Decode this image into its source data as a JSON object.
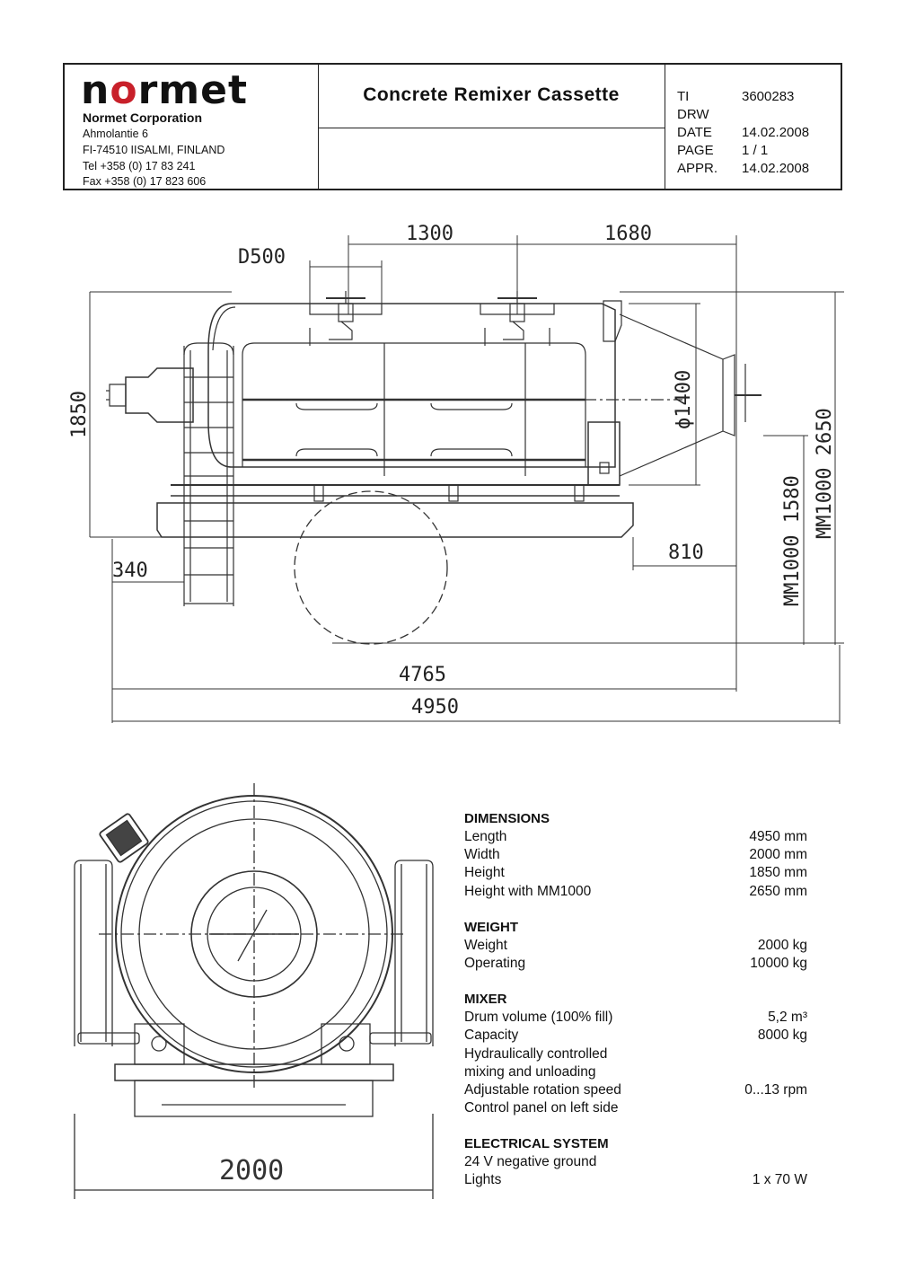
{
  "header": {
    "logo_prefix": "n",
    "logo_o": "o",
    "logo_suffix": "rmet",
    "company": "Normet Corporation",
    "address_lines": [
      "Ahmolantie 6",
      "FI-74510 IISALMI, FINLAND",
      "Tel +358 (0) 17 83 241",
      "Fax +358 (0) 17 823 606"
    ],
    "title": "Concrete  Remixer  Cassette",
    "meta": [
      {
        "key": "TI",
        "value": "3600283"
      },
      {
        "key": "DRW",
        "value": ""
      },
      {
        "key": "DATE",
        "value": "14.02.2008"
      },
      {
        "key": "PAGE",
        "value": "1 / 1"
      },
      {
        "key": "APPR.",
        "value": "14.02.2008"
      }
    ],
    "brand_color": "#c8202a"
  },
  "side_view_dimensions": {
    "d500": "D500",
    "d1300": "1300",
    "d1680": "1680",
    "d1850": "1850",
    "d1400": "ϕ1400",
    "d2650": "MM1000 2650",
    "d1580": "MM1000 1580",
    "d340": "340",
    "d810": "810",
    "d4765": "4765",
    "d4950": "4950"
  },
  "front_view_dimensions": {
    "d2000": "2000"
  },
  "specs": [
    {
      "heading": "DIMENSIONS",
      "rows": [
        {
          "label": "Length",
          "value": "4950 mm"
        },
        {
          "label": "Width",
          "value": "2000 mm"
        },
        {
          "label": "Height",
          "value": "1850 mm"
        },
        {
          "label": "Height with MM1000",
          "value": "2650 mm"
        }
      ]
    },
    {
      "heading": "WEIGHT",
      "rows": [
        {
          "label": "Weight",
          "value": "2000 kg"
        },
        {
          "label": "Operating",
          "value": "10000 kg"
        }
      ]
    },
    {
      "heading": "MIXER",
      "rows": [
        {
          "label": "Drum volume (100% fill)",
          "value": "5,2 m³"
        },
        {
          "label": "Capacity",
          "value": "8000 kg"
        },
        {
          "label": "Hydraulically controlled",
          "value": ""
        },
        {
          "label": "mixing and unloading",
          "value": ""
        },
        {
          "label": "Adjustable rotation speed",
          "value": "0...13 rpm"
        },
        {
          "label": "Control panel on left side",
          "value": ""
        }
      ]
    },
    {
      "heading": "ELECTRICAL SYSTEM",
      "rows": [
        {
          "label": "24 V negative ground",
          "value": ""
        },
        {
          "label": "Lights",
          "value": "1 x 70 W"
        }
      ]
    }
  ]
}
